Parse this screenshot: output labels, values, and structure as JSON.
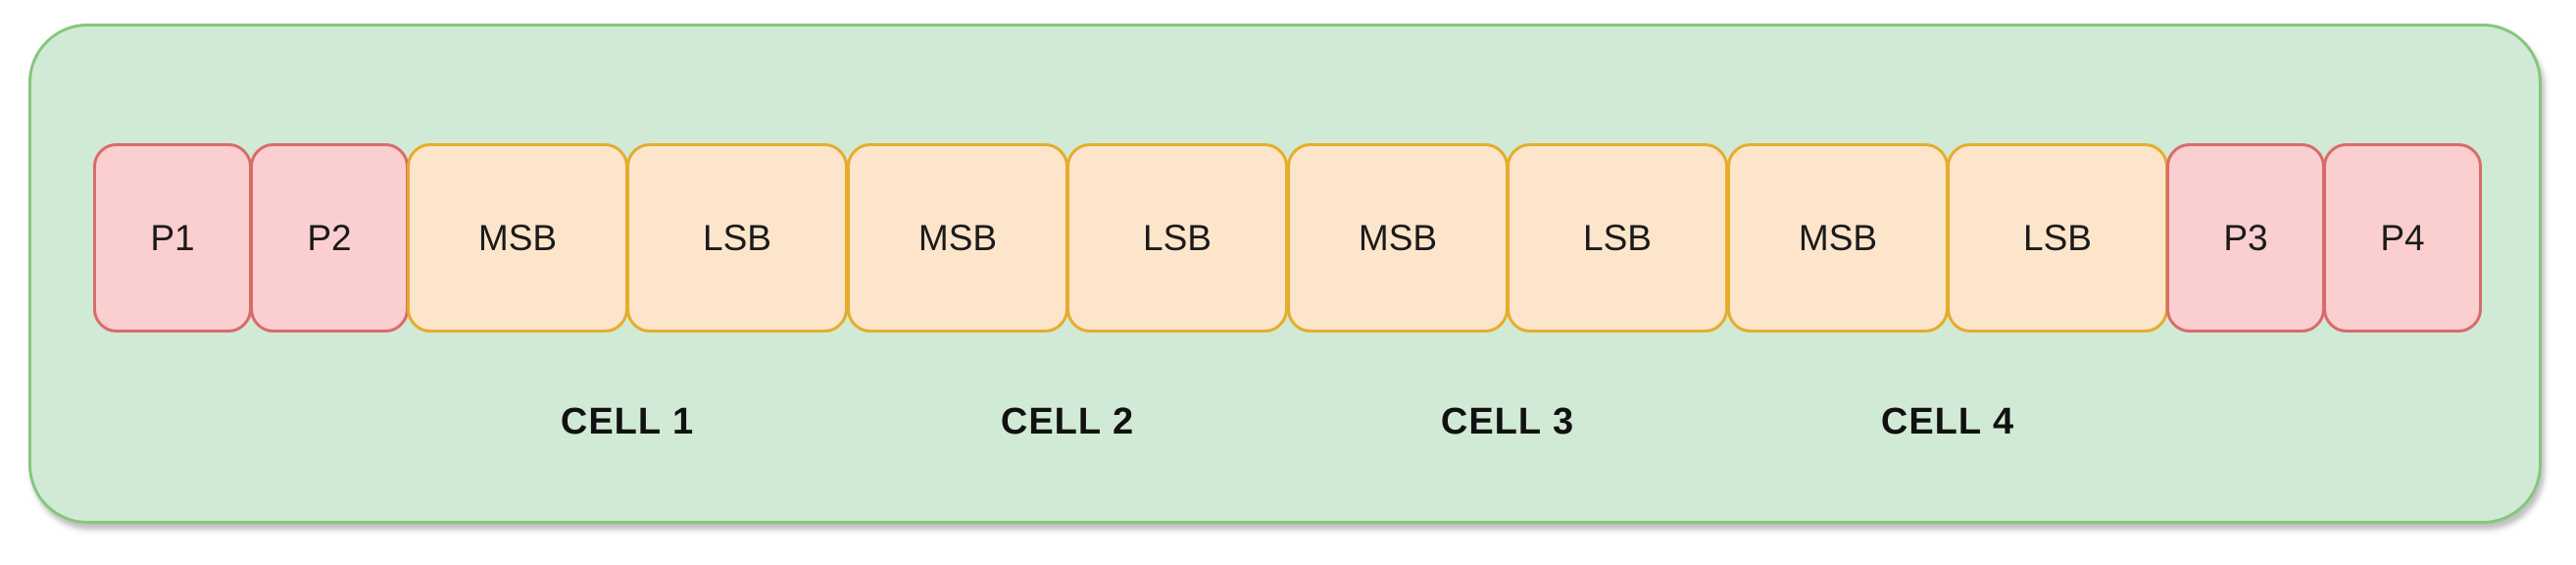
{
  "diagram": {
    "fields": [
      {
        "label": "P1",
        "kind": "parity"
      },
      {
        "label": "P2",
        "kind": "parity"
      },
      {
        "label": "MSB",
        "kind": "data"
      },
      {
        "label": "LSB",
        "kind": "data"
      },
      {
        "label": "MSB",
        "kind": "data"
      },
      {
        "label": "LSB",
        "kind": "data"
      },
      {
        "label": "MSB",
        "kind": "data"
      },
      {
        "label": "LSB",
        "kind": "data"
      },
      {
        "label": "MSB",
        "kind": "data"
      },
      {
        "label": "LSB",
        "kind": "data"
      },
      {
        "label": "P3",
        "kind": "parity"
      },
      {
        "label": "P4",
        "kind": "parity"
      }
    ],
    "cells": [
      "CELL 1",
      "CELL 2",
      "CELL 3",
      "CELL 4"
    ],
    "colors": {
      "background": "#d1ead5",
      "background_border": "#86c67c",
      "parity_fill": "#fbcfcf",
      "parity_border": "#d96b6b",
      "data_fill": "#fde5cb",
      "data_border": "#e6ac2a"
    }
  }
}
